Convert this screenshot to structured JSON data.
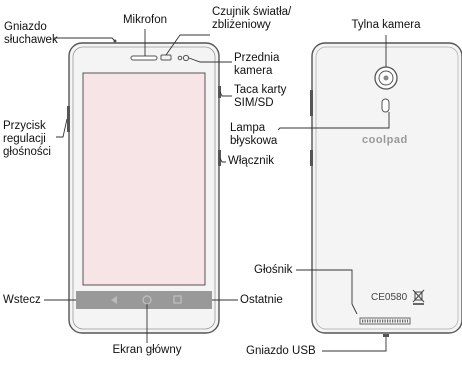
{
  "labels": {
    "headphone_jack": "Gniazdo\nsłuchawek",
    "microphone": "Mikrofon",
    "light_proximity_sensor": "Czujnik światła/\nzbliżeniowy",
    "front_camera": "Przednia\nkamera",
    "sim_sd_tray": "Taca karty\nSIM/SD",
    "volume_button": "Przycisk\nregulacji\ngłośności",
    "flash": "Lampa\nbłyskowa",
    "power_button": "Włącznik",
    "rear_camera": "Tylna kamera",
    "speaker": "Głośnik",
    "back": "Wstecz",
    "recent": "Ostatnie",
    "home": "Ekran główny",
    "usb_port": "Gniazdo USB"
  },
  "brand_logo": "coolpad",
  "certification_mark": "CE0580",
  "colors": {
    "body": "#f4f4f4",
    "outline": "#555555",
    "screen": "#f7e4e7",
    "nav_bar": "#999999",
    "leader": "#333333"
  }
}
